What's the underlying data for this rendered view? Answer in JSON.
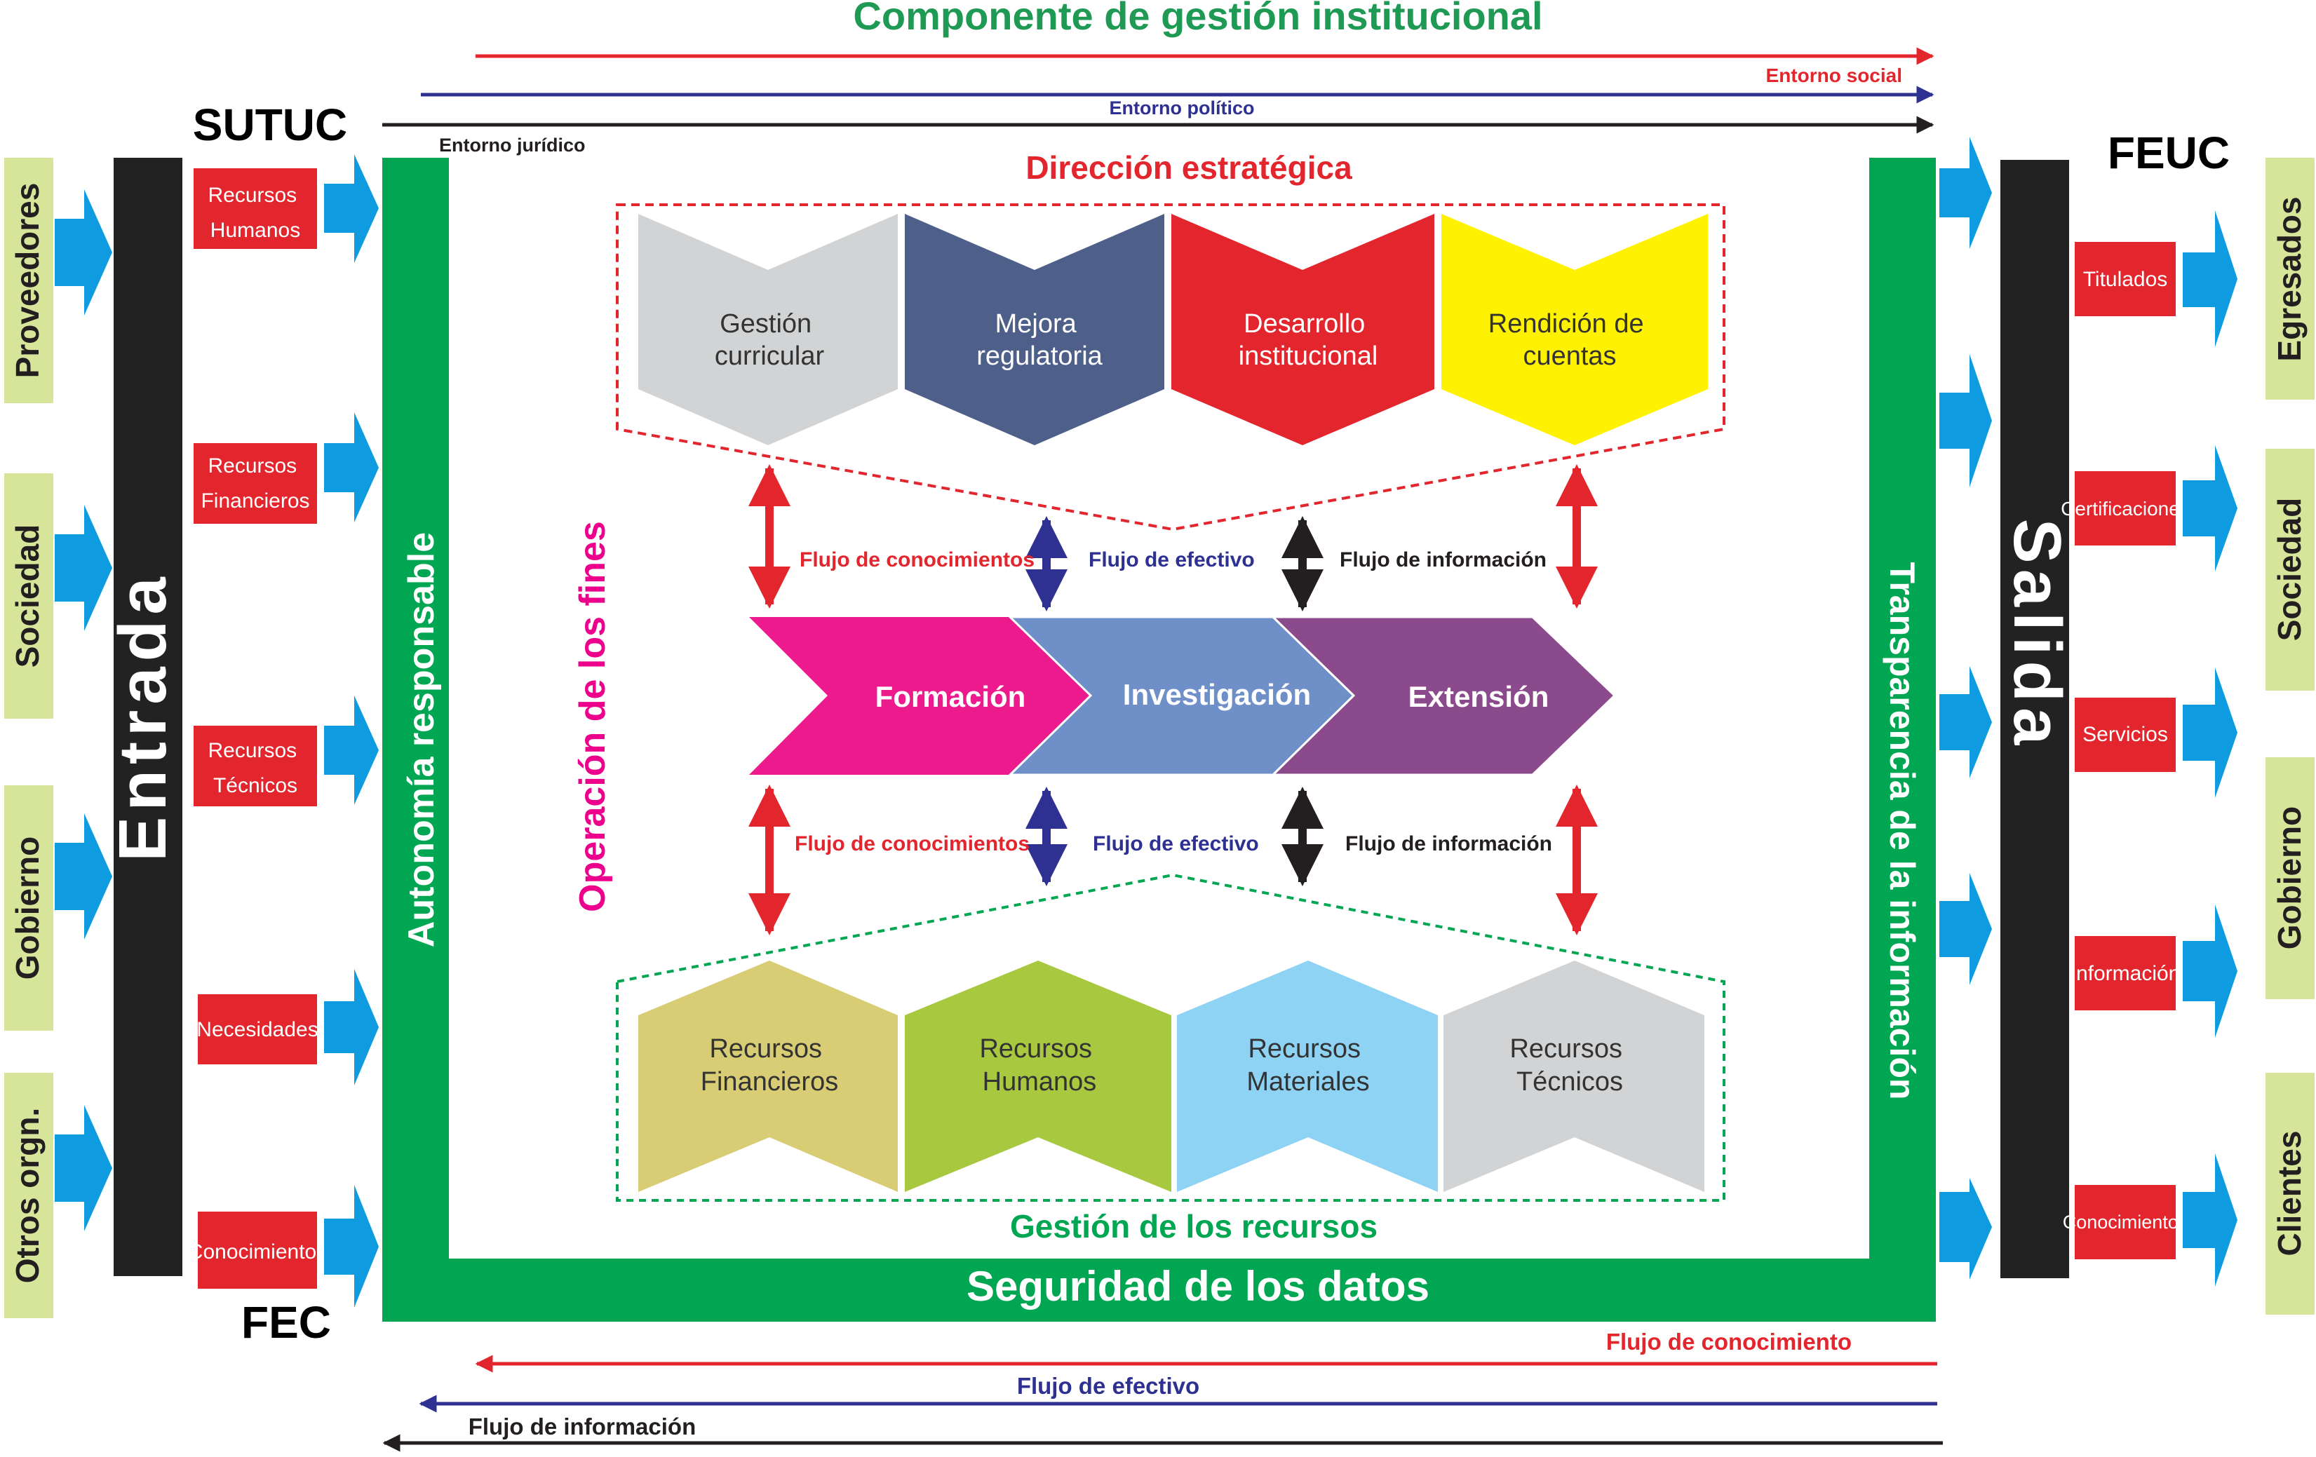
{
  "title": "Componente de gestión institucional",
  "colors": {
    "title_green": "#1f9a54",
    "frame_green": "#00a651",
    "black_bar": "#222222",
    "red": "#e3262d",
    "navy": "#2e3192",
    "dark": "#231f20",
    "label_red": "#e3262d",
    "magenta": "#ec008c",
    "arrow_blue": "#0f9be0",
    "pale_green": "#d6e59a",
    "chevron_gray": "#d1d3d4",
    "chevron_slate": "#4e5f8a",
    "chevron_red": "#e3262d",
    "chevron_yellow": "#fff200",
    "proc_magenta": "#ec1a8c",
    "proc_blue": "#6f8fc8",
    "proc_purple": "#8b4a8c",
    "res_khaki": "#d8cd75",
    "res_green": "#a8c83f",
    "res_lightblue": "#8fd3f4",
    "res_gray": "#d1d3d4"
  },
  "environments": {
    "social": "Entorno social",
    "political": "Entorno político",
    "legal": "Entorno jurídico"
  },
  "corners": {
    "top_left": "SUTUC",
    "bottom_left": "FEC",
    "top_right": "FEUC"
  },
  "input": {
    "bar_label": "Entrada",
    "sources": [
      "Proveedores",
      "Sociedad",
      "Gobierno",
      "Otros orgn."
    ],
    "items": [
      [
        "Recursos",
        "Humanos"
      ],
      [
        "Recursos",
        "Financieros"
      ],
      [
        "Recursos",
        "Técnicos"
      ],
      [
        "Necesidades"
      ],
      [
        "Conocimientos"
      ]
    ]
  },
  "output": {
    "bar_label": "Salida",
    "targets": [
      "Egresados",
      "Sociedad",
      "Gobierno",
      "Clientes"
    ],
    "items": [
      "Titulados",
      "Certificaciones",
      "Servicios",
      "Información",
      "Conocimientos"
    ]
  },
  "frame": {
    "left": "Autonomía responsable",
    "right": "Transparencia de la información",
    "bottom": "Seguridad de los datos"
  },
  "strategic": {
    "title": "Dirección estratégica",
    "items": [
      [
        "Gestión",
        "curricular"
      ],
      [
        "Mejora",
        "regulatoria"
      ],
      [
        "Desarrollo",
        "institucional"
      ],
      [
        "Rendición de",
        "cuentas"
      ]
    ]
  },
  "operation": {
    "side_label": "Operación de los fines",
    "processes": [
      "Formación",
      "Investigación",
      "Extensión"
    ]
  },
  "resources": {
    "title": "Gestión de los recursos",
    "items": [
      [
        "Recursos",
        "Financieros"
      ],
      [
        "Recursos",
        "Humanos"
      ],
      [
        "Recursos",
        "Materiales"
      ],
      [
        "Recursos",
        "Técnicos"
      ]
    ]
  },
  "flows_upper": [
    "Flujo de conocimientos",
    "Flujo de efectivo",
    "Flujo de información"
  ],
  "flows_lower": [
    "Flujo de conocimientos",
    "Flujo de efectivo",
    "Flujo de información"
  ],
  "return_flows": {
    "knowledge": "Flujo de conocimiento",
    "cash": "Flujo de efectivo",
    "information": "Flujo de información"
  }
}
